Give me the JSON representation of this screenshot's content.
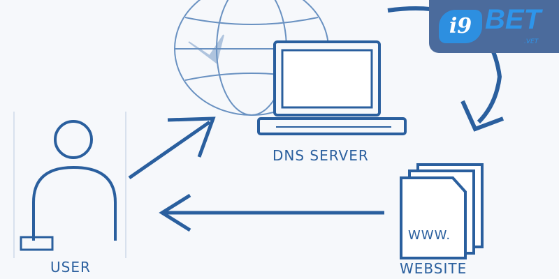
{
  "labels": {
    "dns_server": "DNS SERVER",
    "user": "USER",
    "website": "WEBSITE",
    "www": "WWW."
  },
  "logo": {
    "badge": "i9",
    "text": "BET",
    "sub": ".VET"
  },
  "colors": {
    "ink": "#2a5f9e",
    "logo_bg": "#4b6b9c",
    "logo_accent": "#2e95ea"
  }
}
